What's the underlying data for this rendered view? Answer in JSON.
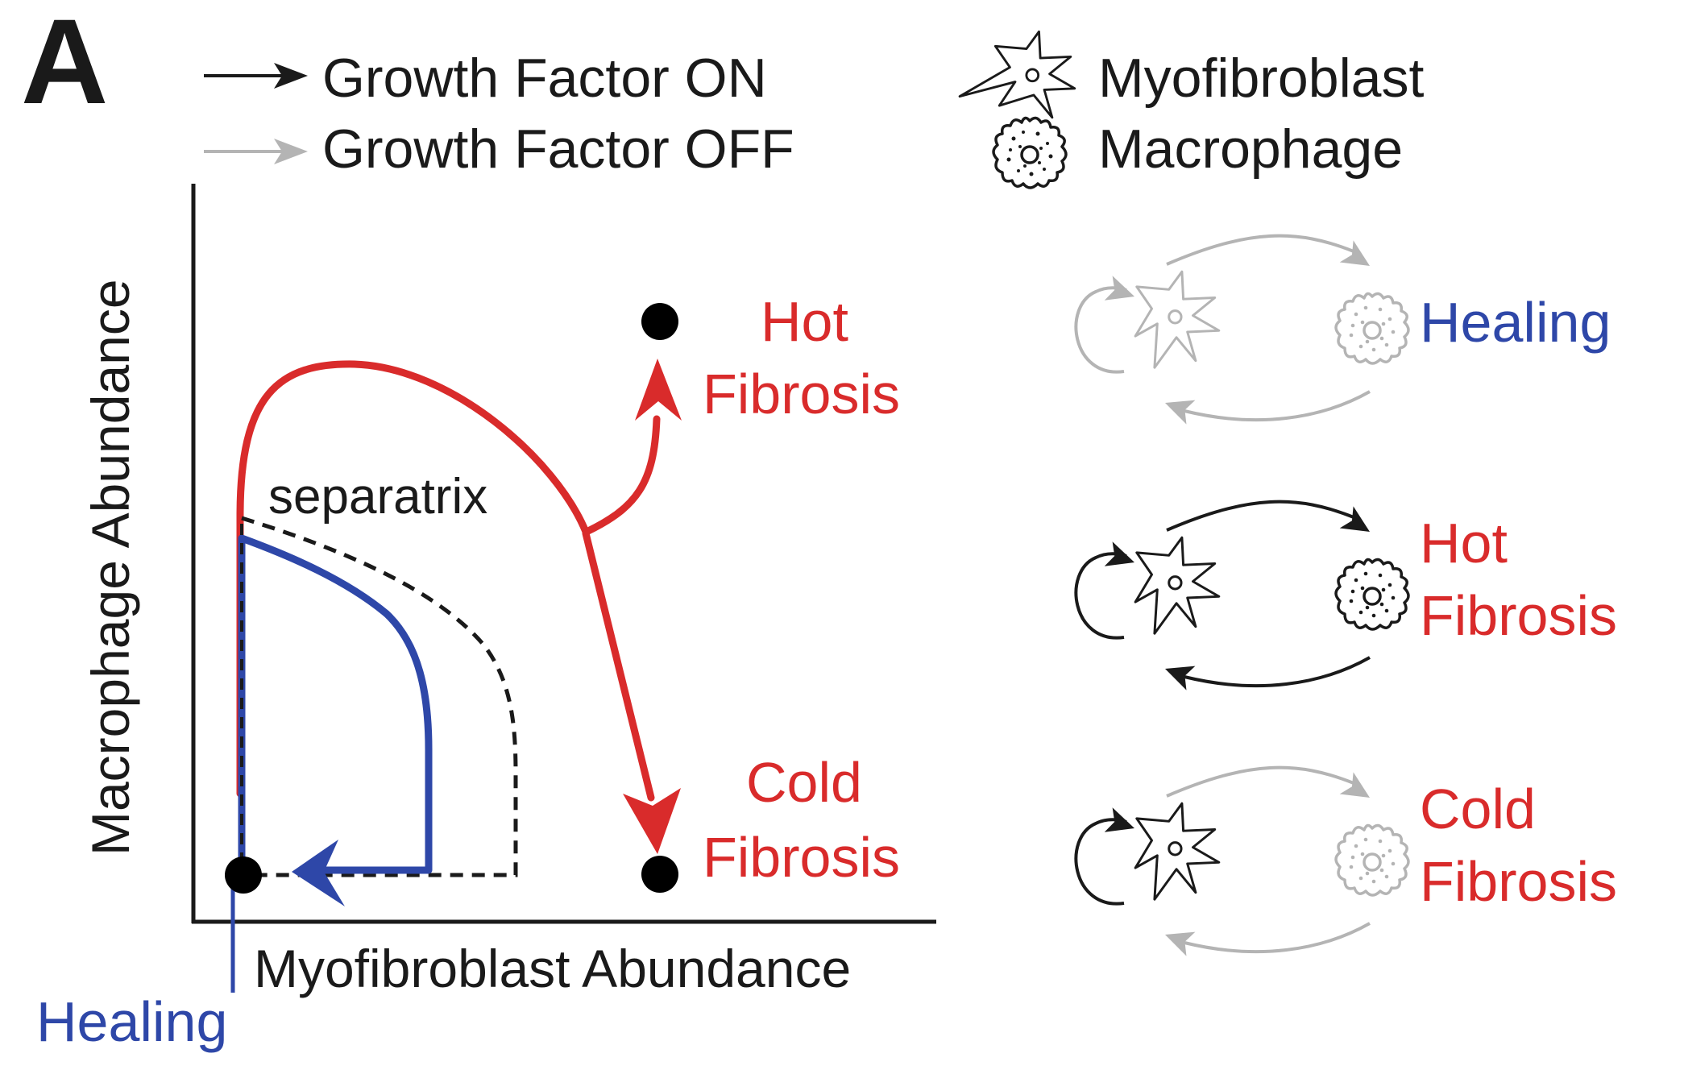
{
  "figure": {
    "panel_letter": "A",
    "colors": {
      "ink": "#1a1a1a",
      "gray": "#b4b4b4",
      "red": "#d92b2b",
      "blue": "#2e47a8"
    }
  },
  "legend": {
    "on_label": "Growth Factor ON",
    "off_label": "Growth Factor OFF",
    "myofibroblast_label": "Myofibroblast",
    "macrophage_label": "Macrophage",
    "myofibroblast_icon": "star-cell-icon",
    "macrophage_icon": "round-cell-icon"
  },
  "phase_plane": {
    "xlabel": "Myofibroblast Abundance",
    "ylabel": "Macrophage Abundance",
    "separatrix_label": "separatrix",
    "hot_line1": "Hot",
    "hot_line2": "Fibrosis",
    "cold_line1": "Cold",
    "cold_line2": "Fibrosis",
    "healing_label": "Healing"
  },
  "circuits": [
    {
      "id": "healing",
      "line1": "Healing",
      "line2": ""
    },
    {
      "id": "hot",
      "line1": "Hot",
      "line2": "Fibrosis"
    },
    {
      "id": "cold",
      "line1": "Cold",
      "line2": "Fibrosis"
    }
  ]
}
